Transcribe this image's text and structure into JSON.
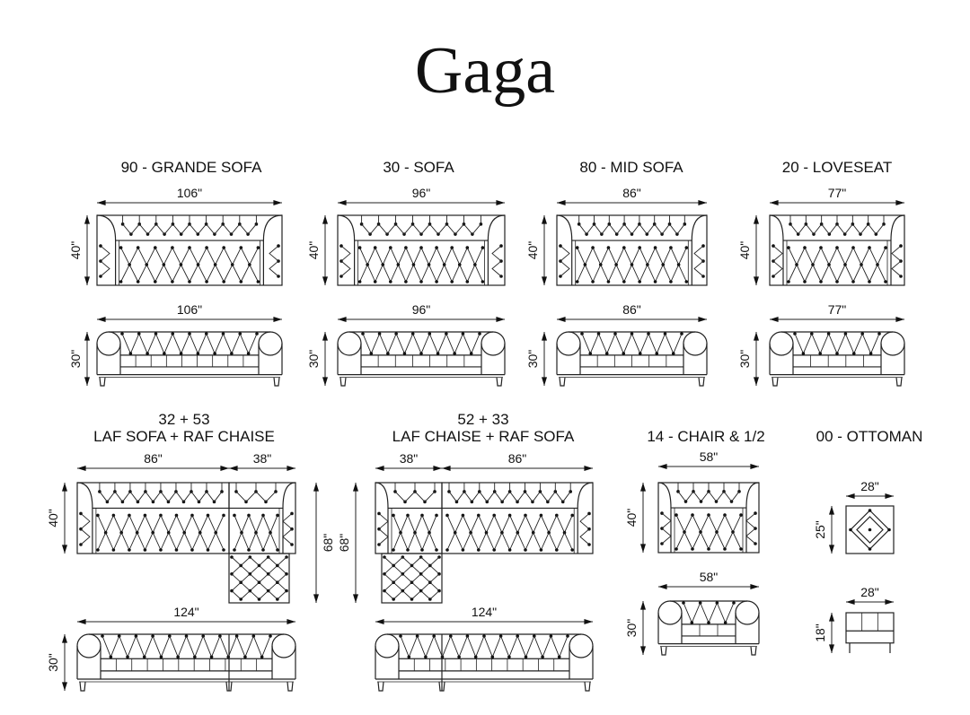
{
  "brand_title": "Gaga",
  "items": [
    {
      "title": "90 - GRANDE SOFA",
      "top_width": "106\"",
      "top_depth": "40\"",
      "front_width": "106\"",
      "front_height": "30\""
    },
    {
      "title": "30 - SOFA",
      "top_width": "96\"",
      "top_depth": "40\"",
      "front_width": "96\"",
      "front_height": "30\""
    },
    {
      "title": "80 - MID SOFA",
      "top_width": "86\"",
      "top_depth": "40\"",
      "front_width": "86\"",
      "front_height": "30\""
    },
    {
      "title": "20 - LOVESEAT",
      "top_width": "77\"",
      "top_depth": "40\"",
      "front_width": "77\"",
      "front_height": "30\""
    },
    {
      "code": "32 + 53",
      "title": "LAF SOFA + RAF CHAISE",
      "sofa_width": "86\"",
      "chaise_width": "38\"",
      "top_depth": "40\"",
      "chaise_length": "68\"",
      "front_width": "124\"",
      "front_height": "30\""
    },
    {
      "code": "52 + 33",
      "title": "LAF CHAISE + RAF SOFA",
      "chaise_width": "38\"",
      "sofa_width": "86\"",
      "top_depth": "40\"",
      "chaise_length": "68\"",
      "front_width": "124\"",
      "front_height": "30\""
    },
    {
      "title": "14 - CHAIR & 1/2",
      "top_width": "58\"",
      "top_depth": "40\"",
      "front_width": "58\"",
      "front_height": "30\""
    },
    {
      "title": "00 - OTTOMAN",
      "top_width": "28\"",
      "top_depth": "25\"",
      "front_width": "28\"",
      "front_height": "18\""
    }
  ]
}
